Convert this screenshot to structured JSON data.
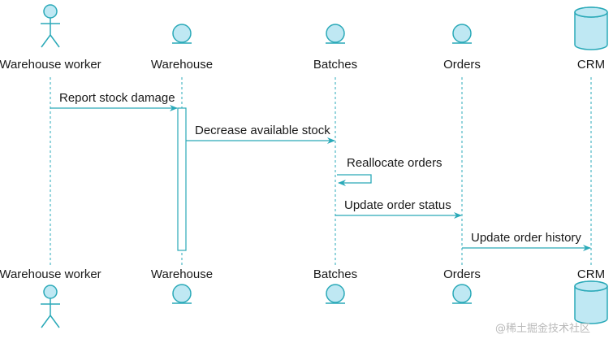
{
  "diagram": {
    "type": "sequence",
    "participants": [
      {
        "id": "worker",
        "label": "Warehouse worker",
        "kind": "actor"
      },
      {
        "id": "warehouse",
        "label": "Warehouse",
        "kind": "entity"
      },
      {
        "id": "batches",
        "label": "Batches",
        "kind": "entity"
      },
      {
        "id": "orders",
        "label": "Orders",
        "kind": "entity"
      },
      {
        "id": "crm",
        "label": "CRM",
        "kind": "database"
      }
    ],
    "messages": [
      {
        "from": "worker",
        "to": "warehouse",
        "label": "Report stock damage"
      },
      {
        "from": "warehouse",
        "to": "batches",
        "label": "Decrease available stock"
      },
      {
        "from": "batches",
        "to": "batches",
        "label": "Reallocate orders"
      },
      {
        "from": "batches",
        "to": "orders",
        "label": "Update order status"
      },
      {
        "from": "orders",
        "to": "crm",
        "label": "Update order history"
      }
    ],
    "activation": {
      "participant": "warehouse",
      "from_message": 0,
      "to_message": 4
    },
    "colors": {
      "stroke": "#2aa9b8",
      "fill": "#bfe8f3",
      "text": "#1a1a1a"
    }
  },
  "watermark": "@稀土掘金技术社区"
}
